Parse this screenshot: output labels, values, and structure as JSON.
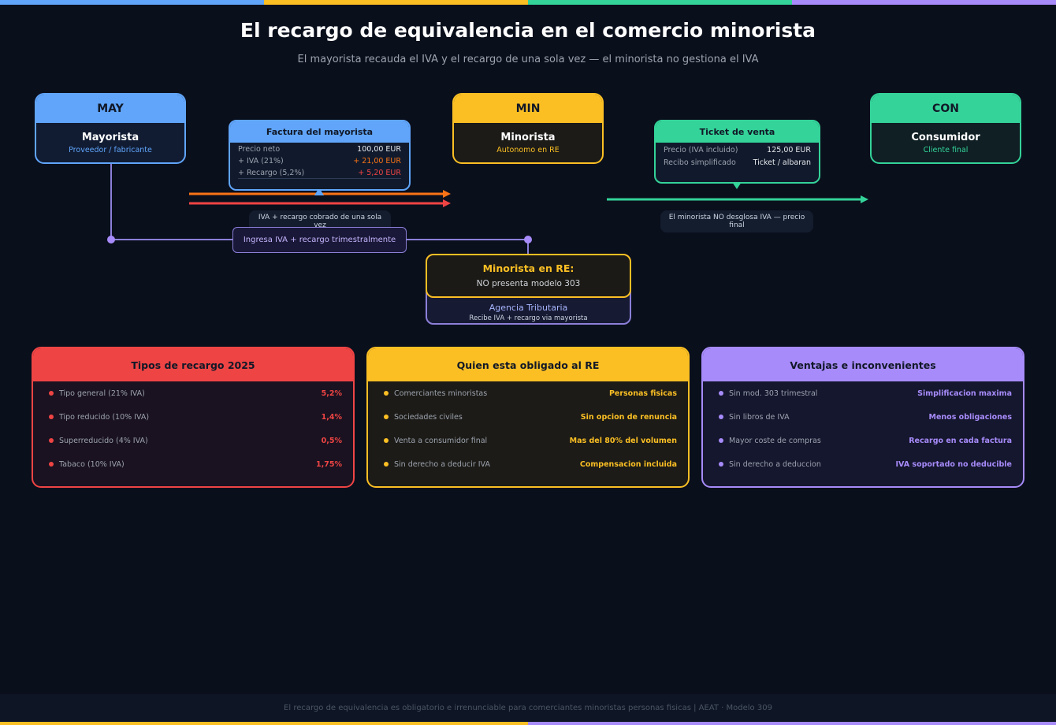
{
  "title": "El recargo de equivalencia en el comercio minorista",
  "subtitle": "El mayorista recauda el IVA y el recargo de una sola vez — el minorista no gestiona el IVA",
  "colors": {
    "blue": "#60a5fa",
    "yellow": "#fbbf24",
    "green": "#34d399",
    "purple": "#a78bfa",
    "red": "#ef4444",
    "orange": "#f97316"
  },
  "entities": {
    "mayorista": {
      "tag": "MAY",
      "name": "Mayorista",
      "sub": "Proveedor / fabricante"
    },
    "minorista": {
      "tag": "MIN",
      "name": "Minorista",
      "sub": "Autonomo en RE"
    },
    "consumidor": {
      "tag": "CON",
      "name": "Consumidor",
      "sub": "Cliente final"
    }
  },
  "factura": {
    "title": "Factura del mayorista",
    "rows": [
      {
        "label": "Precio neto",
        "value": "100,00 EUR"
      },
      {
        "label": "+ IVA (21%)",
        "value": "+ 21,00 EUR"
      },
      {
        "label": "+ Recargo (5,2%)",
        "value": "+ 5,20 EUR"
      }
    ]
  },
  "ticket": {
    "title": "Ticket de venta",
    "rows": [
      {
        "label": "Precio (IVA incluido)",
        "value": "125,00 EUR"
      },
      {
        "label": "Recibo simplificado",
        "value": "Ticket / albaran"
      }
    ]
  },
  "notes": {
    "cobro": "IVA + recargo cobrado de una sola vez",
    "ingreso": "Ingresa IVA + recargo trimestralmente",
    "desglose": "El minorista NO desglosa IVA — precio final"
  },
  "agencia": {
    "re_title": "Minorista en RE:",
    "re_sub": "NO presenta modelo 303",
    "name": "Agencia Tributaria",
    "sub": "Recibe IVA + recargo via mayorista"
  },
  "cards": [
    {
      "title": "Tipos de recargo 2025",
      "items": [
        {
          "label": "Tipo general (21% IVA)",
          "value": "5,2%"
        },
        {
          "label": "Tipo reducido (10% IVA)",
          "value": "1,4%"
        },
        {
          "label": "Superreducido (4% IVA)",
          "value": "0,5%"
        },
        {
          "label": "Tabaco (10% IVA)",
          "value": "1,75%"
        }
      ]
    },
    {
      "title": "Quien esta obligado al RE",
      "items": [
        {
          "label": "Comerciantes minoristas",
          "value": "Personas fisicas"
        },
        {
          "label": "Sociedades civiles",
          "value": "Sin opcion de renuncia"
        },
        {
          "label": "Venta a consumidor final",
          "value": "Mas del 80% del volumen"
        },
        {
          "label": "Sin derecho a deducir IVA",
          "value": "Compensacion incluida"
        }
      ]
    },
    {
      "title": "Ventajas e inconvenientes",
      "items": [
        {
          "label": "Sin mod. 303 trimestral",
          "value": "Simplificacion maxima"
        },
        {
          "label": "Sin libros de IVA",
          "value": "Menos obligaciones"
        },
        {
          "label": "Mayor coste de compras",
          "value": "Recargo en cada factura"
        },
        {
          "label": "Sin derecho a deduccion",
          "value": "IVA soportado no deducible"
        }
      ]
    }
  ],
  "footer": "El recargo de equivalencia es obligatorio e irrenunciable para comerciantes minoristas personas fisicas  |  AEAT · Modelo 309"
}
